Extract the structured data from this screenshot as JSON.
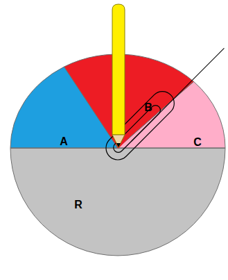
{
  "diagram": {
    "nodes": [
      {
        "text": [
          "A"
        ]
      },
      {
        "text": [
          "B"
        ]
      },
      {
        "text": [
          "C"
        ]
      },
      {
        "text": [
          "R"
        ]
      }
    ]
  }
}
